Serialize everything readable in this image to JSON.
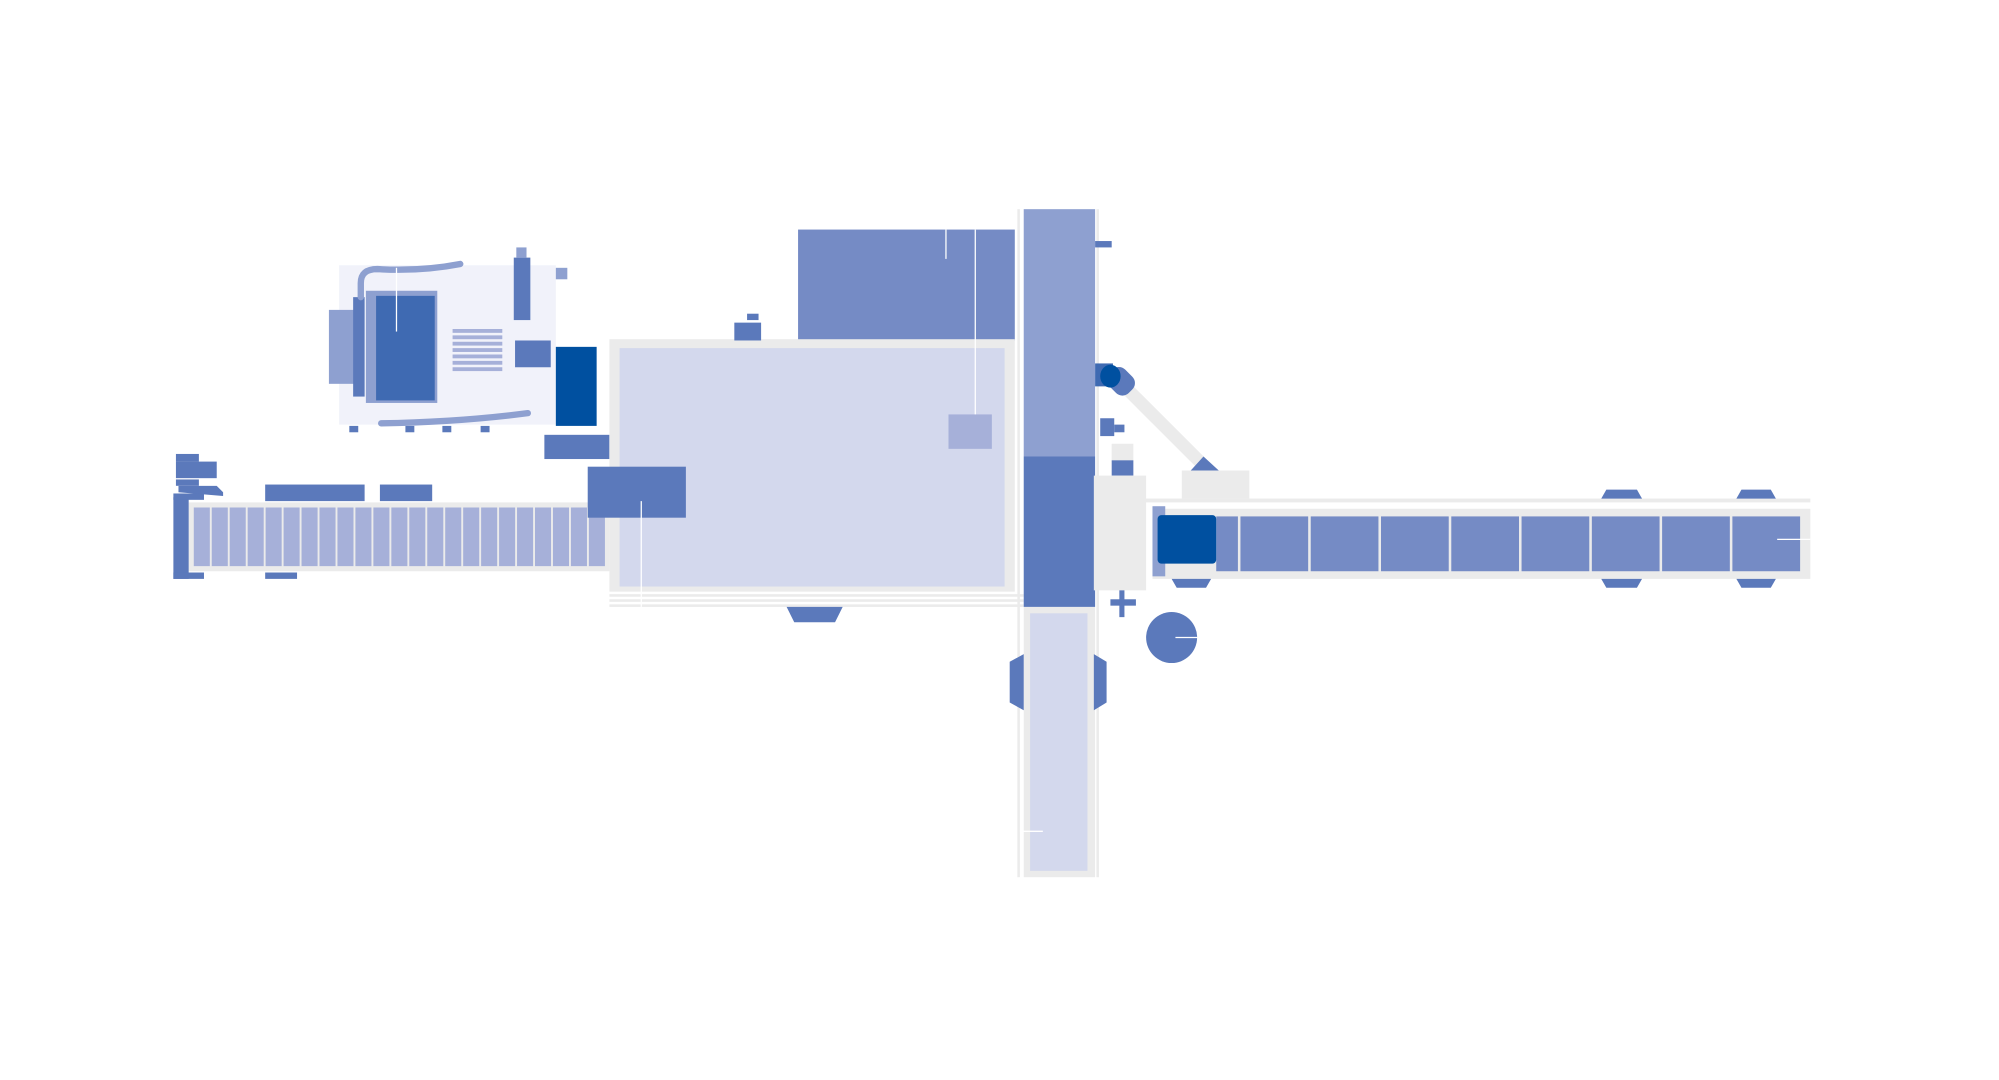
{
  "diagram": {
    "type": "machine-layout-plan",
    "colors": {
      "frame": "#ebebeb",
      "panel_light": "#d3d8ed",
      "panel_pale": "#f1f2fa",
      "blue_mid": "#5b79bb",
      "blue_soft": "#758bc5",
      "blue_light": "#8ea0d0",
      "blue_slat": "#a6b0d9",
      "blue_deep": "#3f6ab2",
      "blue_dark": "#0050a0"
    },
    "left_conveyor_slats": 23,
    "right_conveyor_slats": 8
  }
}
